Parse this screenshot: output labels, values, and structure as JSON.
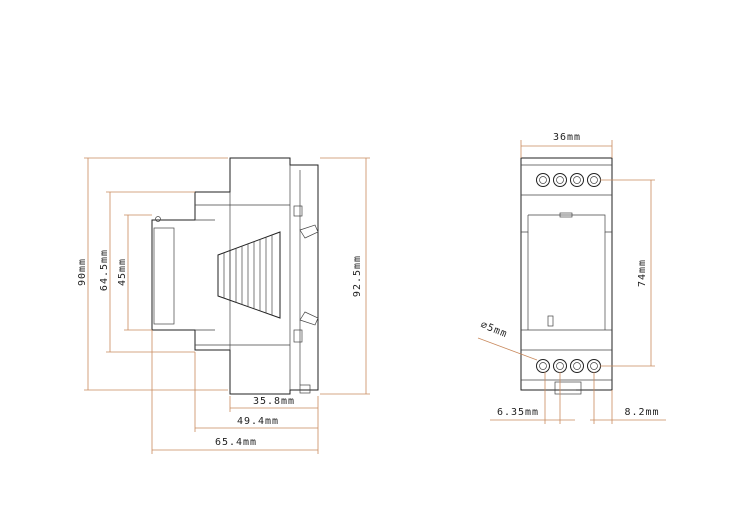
{
  "side_view": {
    "dims": {
      "h_90": "90mm",
      "h_64_5": "64.5mm",
      "h_45": "45mm",
      "h_92_5": "92.5mm",
      "w_35_8": "35.8mm",
      "w_49_4": "49.4mm",
      "w_65_4": "65.4mm"
    }
  },
  "front_view": {
    "dims": {
      "w_36": "36mm",
      "h_74": "74mm",
      "hole_5": "∅5mm",
      "pitch_6_35": "6.35mm",
      "edge_8_2": "8.2mm"
    }
  },
  "colors": {
    "outline": "#222222",
    "dimension_line": "#c98a5e"
  }
}
